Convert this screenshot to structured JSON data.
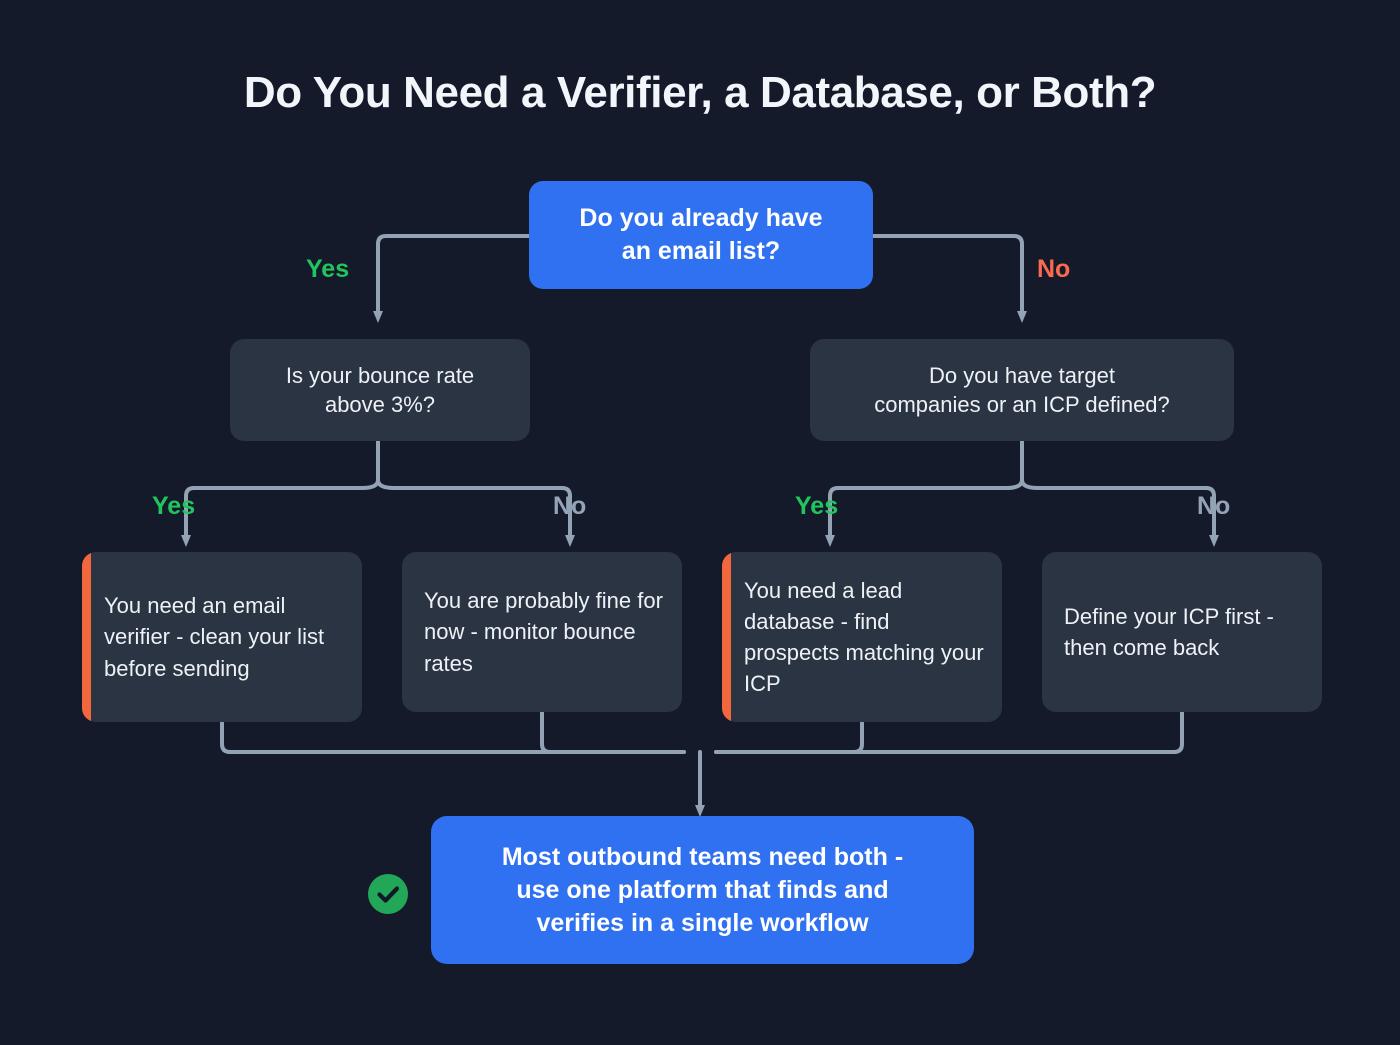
{
  "title": "Do You Need a Verifier, a Database, or Both?",
  "colors": {
    "background": "#141a2a",
    "card": "#2b3442",
    "primary_blue": "#2f71f0",
    "accent_orange": "#f2683c",
    "yes_green": "#21c55d",
    "no_red": "#fa6a4e",
    "muted_gray": "#94a3b8",
    "connector": "#93a3b5"
  },
  "root": {
    "label": "Do you already have an email list?",
    "line1": "Do you already have",
    "line2": "an email list?"
  },
  "branches": {
    "root_yes": "Yes",
    "root_no": "No",
    "left_yes": "Yes",
    "left_no": "No",
    "right_yes": "Yes",
    "right_no": "No"
  },
  "questions": [
    {
      "id": "bounce-rate",
      "line1": "Is your bounce rate",
      "line2": "above 3%?"
    },
    {
      "id": "icp-defined",
      "line1": "Do you have target",
      "line2": "companies or an ICP defined?"
    }
  ],
  "outcomes": [
    {
      "id": "need-verifier",
      "text": "You need an email verifier - clean your list before sending",
      "accent": true
    },
    {
      "id": "probably-fine",
      "text": "You are probably fine for now - monitor bounce rates",
      "accent": false
    },
    {
      "id": "need-database",
      "text": "You need a lead database - find prospects matching your ICP",
      "accent": true
    },
    {
      "id": "define-icp",
      "text": "Define your ICP first - then come back",
      "accent": false
    }
  ],
  "conclusion": {
    "line1": "Most outbound teams need both -",
    "line2": "use one platform that finds and",
    "line3": "verifies in a single workflow",
    "badge": "check-circle-icon"
  }
}
